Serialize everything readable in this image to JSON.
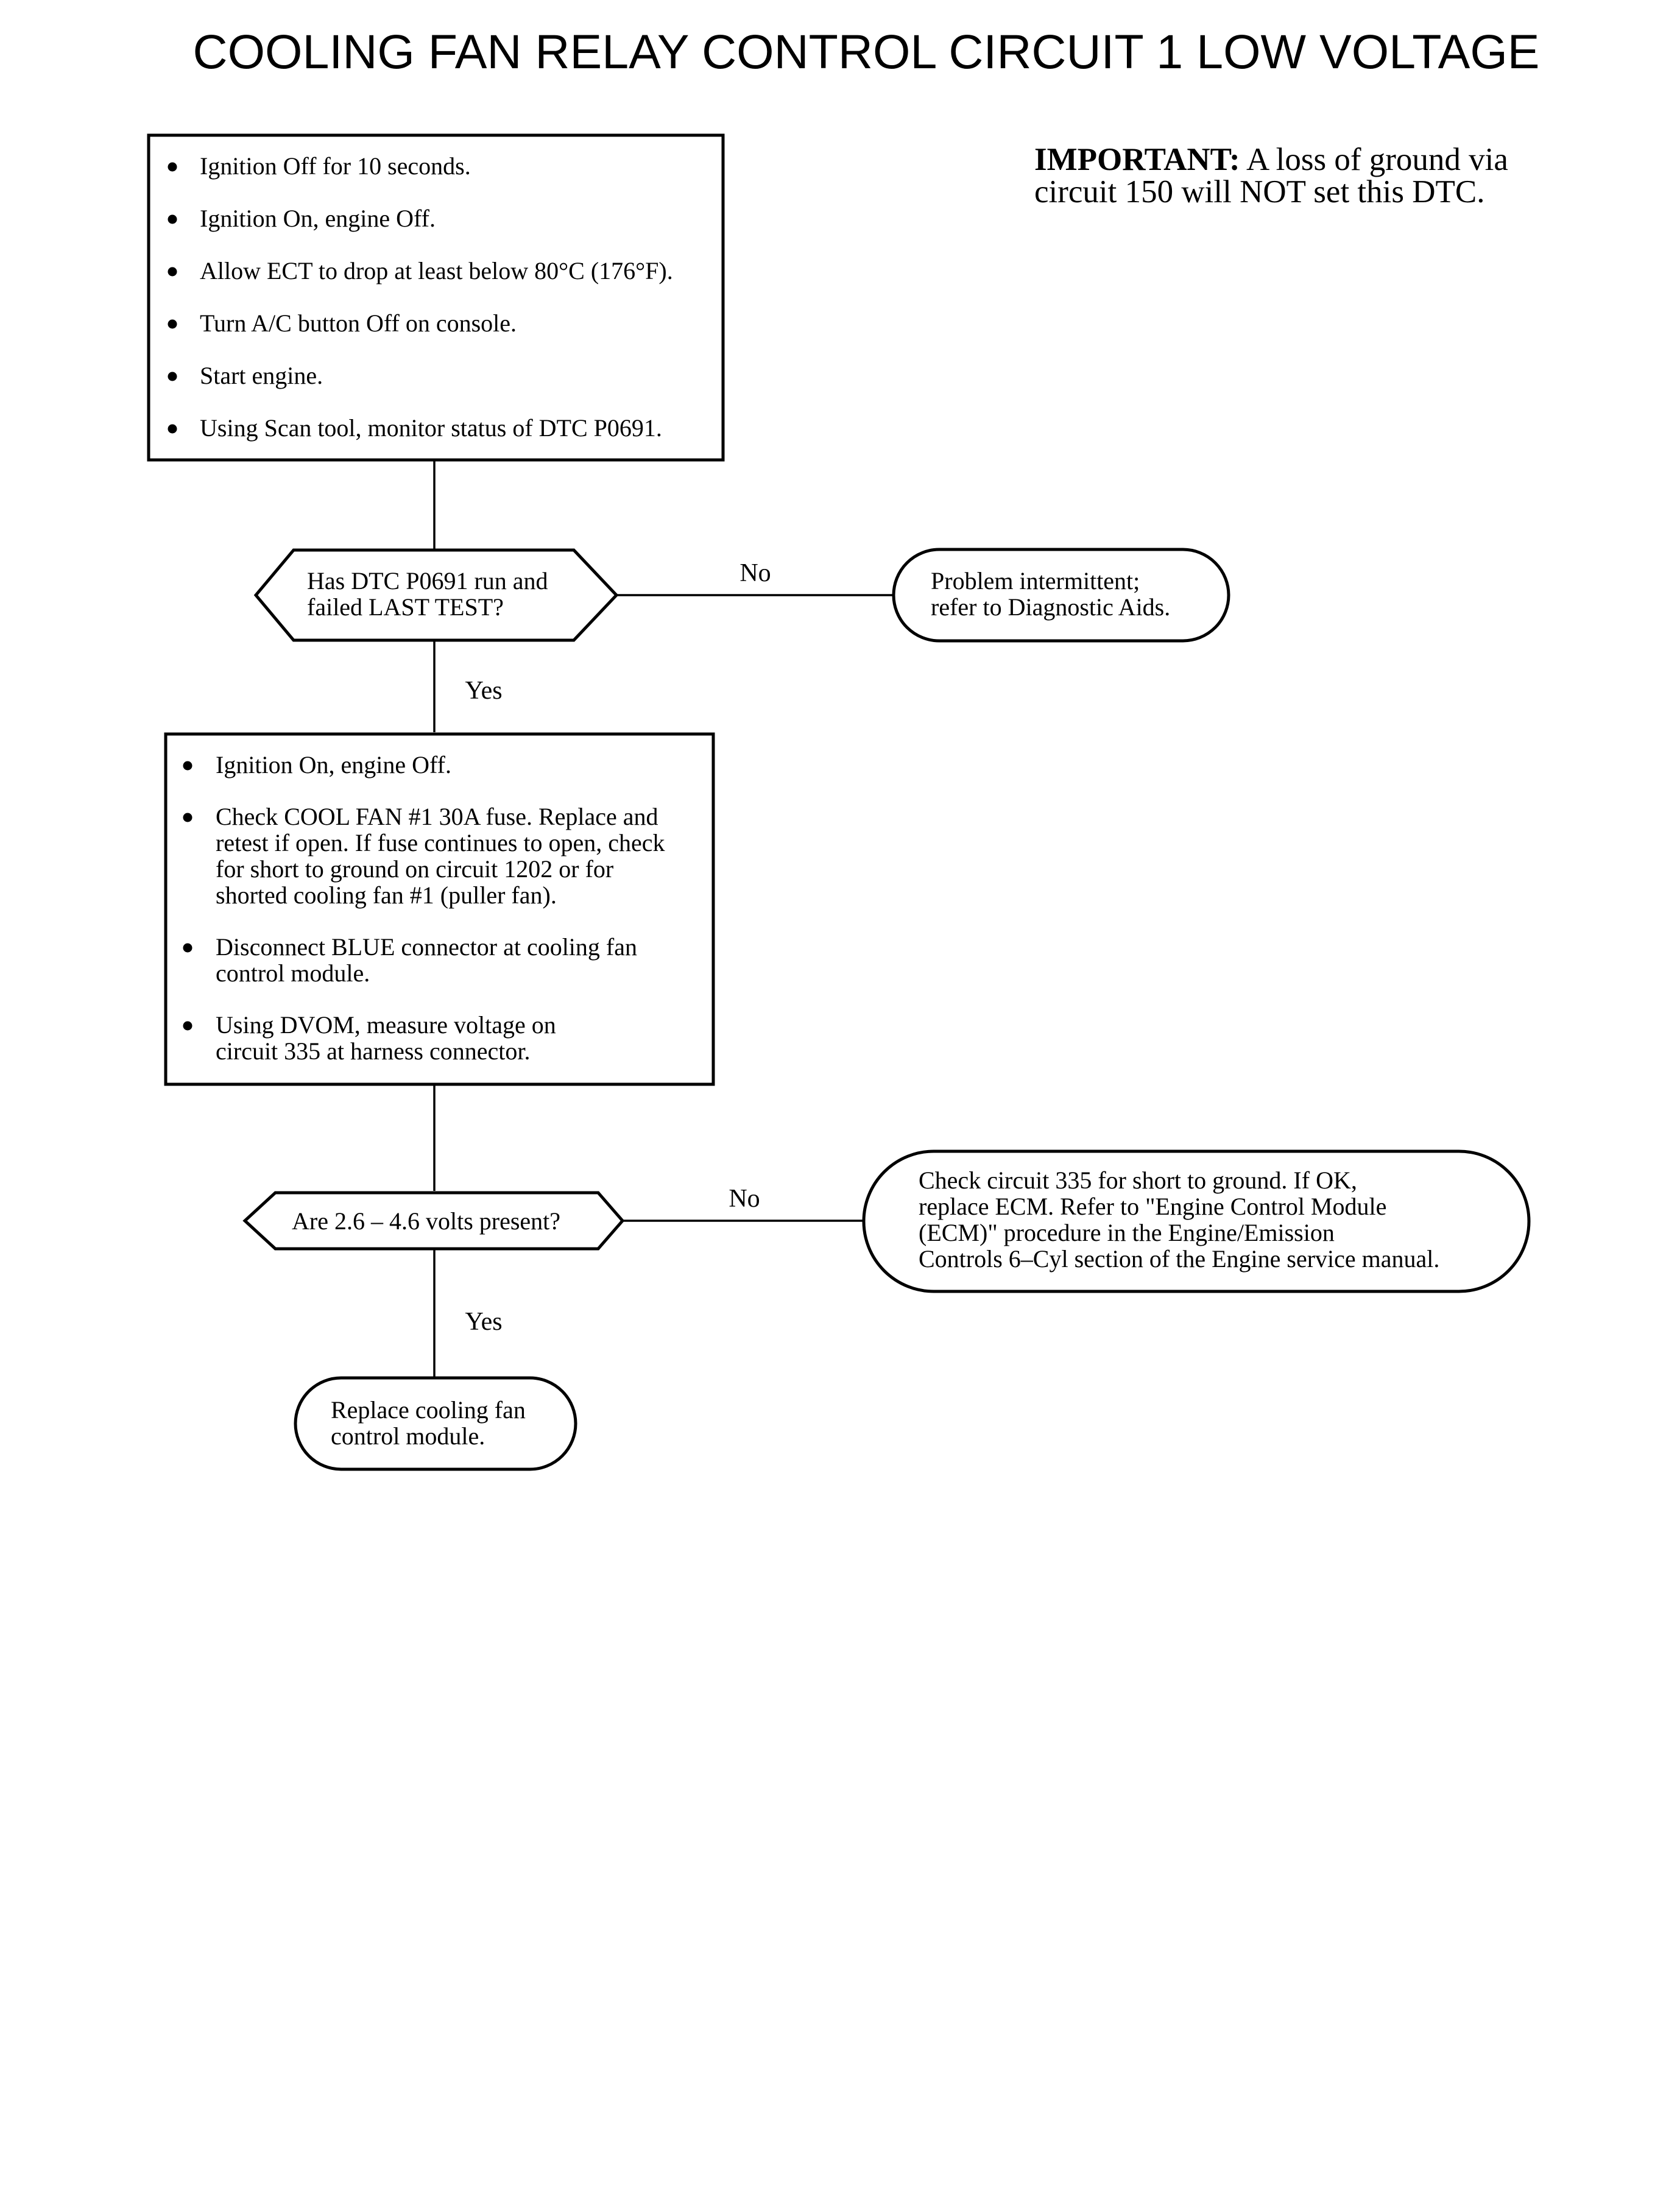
{
  "title": "COOLING FAN RELAY CONTROL CIRCUIT 1 LOW VOLTAGE",
  "important": {
    "label": "IMPORTANT:",
    "line1": "A loss of ground via",
    "line2": "circuit 150 will NOT set this DTC."
  },
  "step1": {
    "bullets": [
      [
        "Ignition Off for 10 seconds."
      ],
      [
        "Ignition On, engine Off."
      ],
      [
        "Allow ECT to drop at least below 80°C (176°F)."
      ],
      [
        "Turn A/C button Off on console."
      ],
      [
        "Start engine."
      ],
      [
        "Using Scan tool, monitor status of DTC P0691."
      ]
    ]
  },
  "decision1": {
    "lines": [
      "Has DTC P0691 run and",
      "failed LAST TEST?"
    ]
  },
  "no1": {
    "label": "No"
  },
  "result1": {
    "lines": [
      "Problem intermittent;",
      "refer to Diagnostic Aids."
    ]
  },
  "yes1": {
    "label": "Yes"
  },
  "step2": {
    "bullets": [
      [
        "Ignition On, engine Off."
      ],
      [
        "Check COOL FAN #1 30A fuse. Replace and",
        "retest if open. If fuse continues to open, check",
        "for short to ground on circuit 1202 or for",
        "shorted cooling fan #1 (puller fan)."
      ],
      [
        "Disconnect BLUE connector at cooling fan",
        "control module."
      ],
      [
        "Using DVOM, measure voltage on",
        "circuit 335 at harness connector."
      ]
    ]
  },
  "decision2": {
    "lines": [
      "Are 2.6 – 4.6 volts present?"
    ]
  },
  "no2": {
    "label": "No"
  },
  "result2": {
    "lines": [
      "Check circuit 335 for short to ground. If OK,",
      "replace ECM. Refer to \"Engine Control Module",
      "(ECM)\" procedure in the Engine/Emission",
      "Controls 6–Cyl section of the Engine service manual."
    ]
  },
  "yes2": {
    "label": "Yes"
  },
  "result3": {
    "lines": [
      "Replace cooling fan",
      "control module."
    ]
  }
}
